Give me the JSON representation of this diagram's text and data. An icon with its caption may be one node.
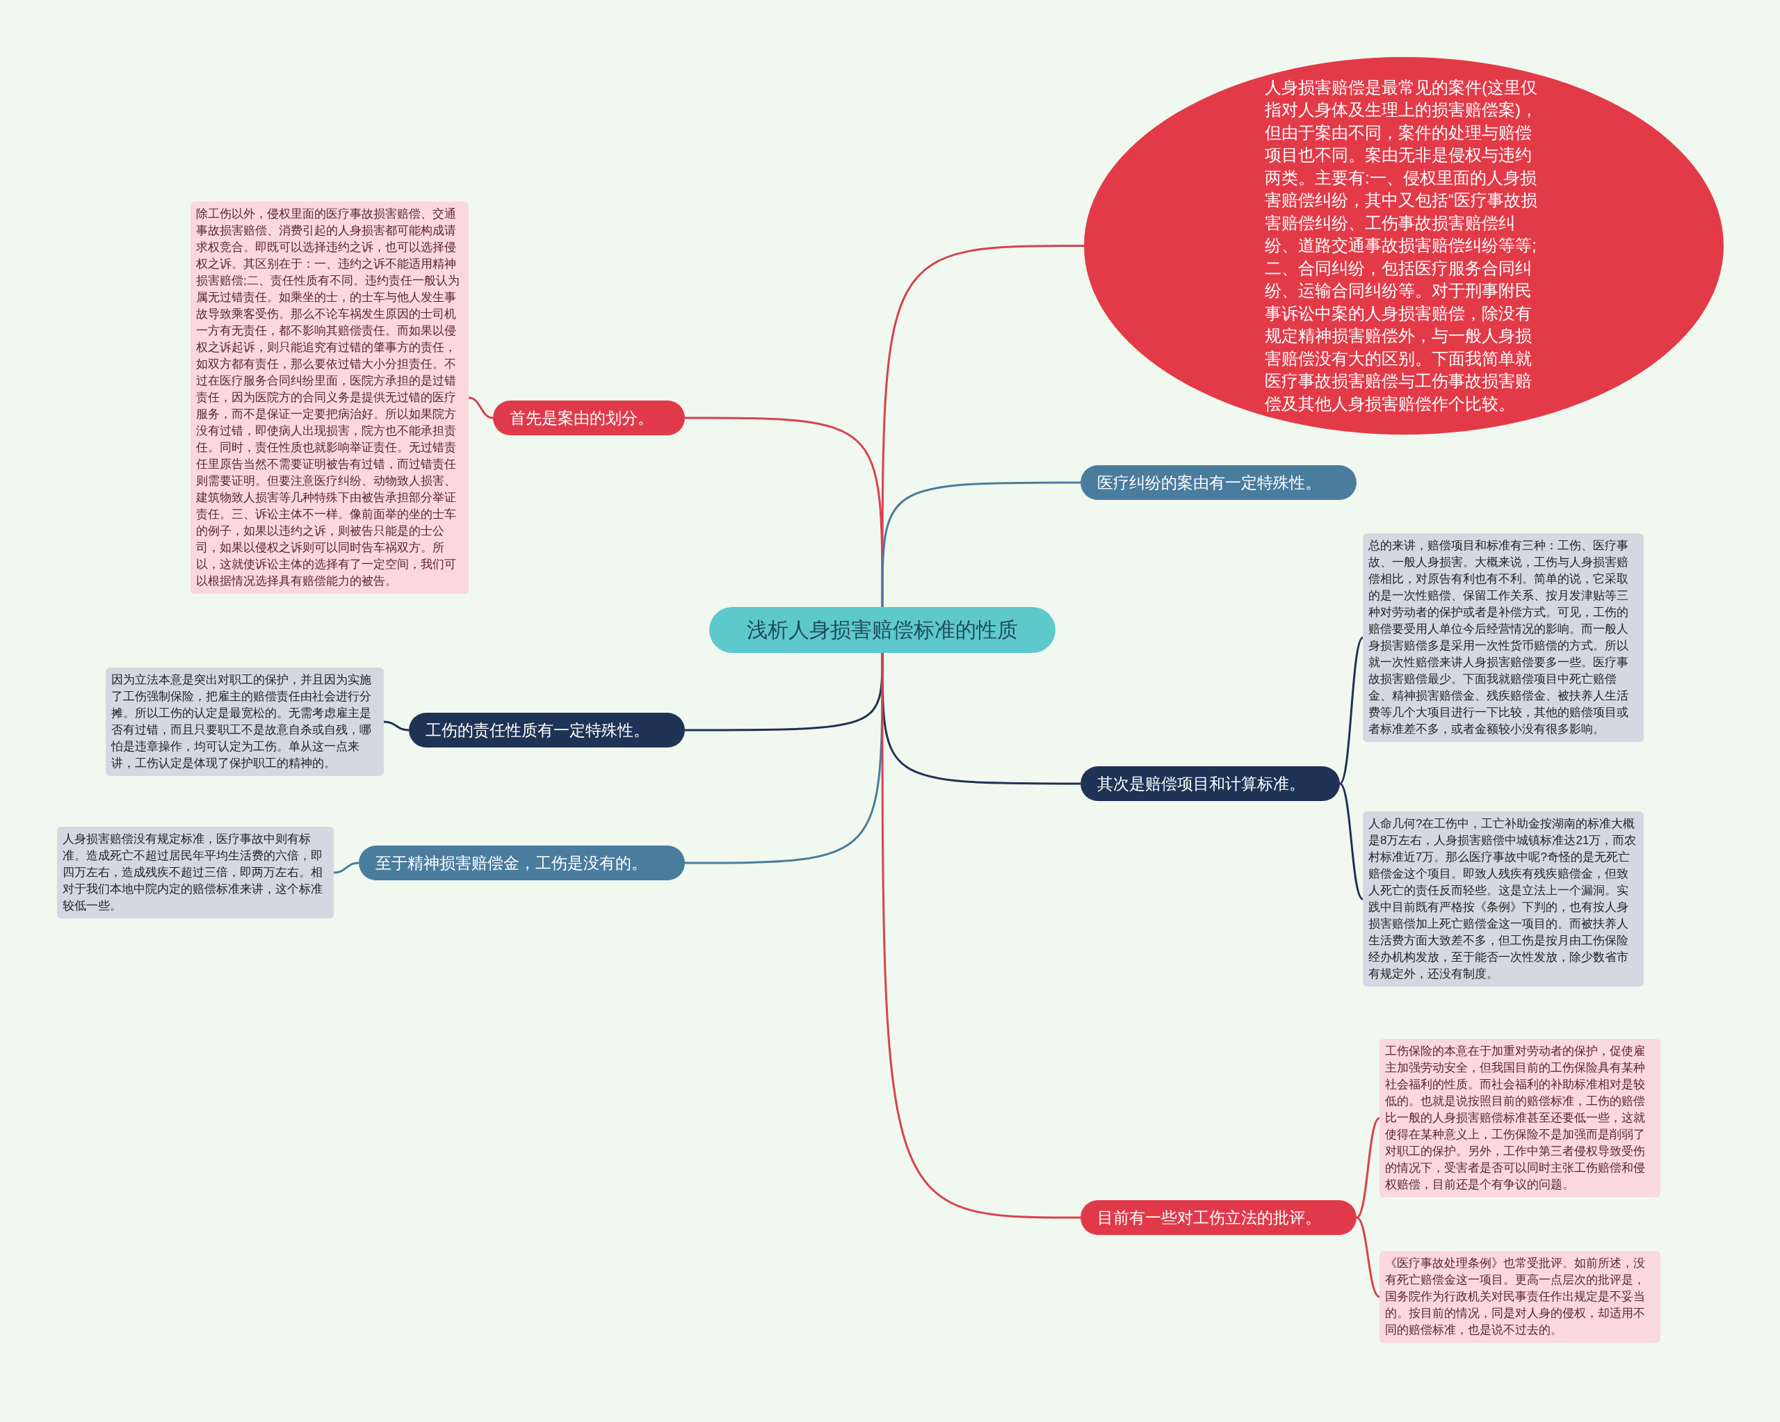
{
  "diagram": {
    "nodes": [
      {
        "text": [
          "浅析人身损害赔偿标准的性质"
        ]
      },
      {
        "text": [
          "首先是案由的划分。"
        ]
      },
      {
        "text": [
          "除工伤以外，侵权里面的医疗事故损害赔偿、交通事故损害赔偿、消费引起的人身损害都可能构成请求权竞合。即既可以选择违约之诉，也可以选择侵权之诉。其区别在于：一、违约之诉不能适用精神损害赔偿;二、责任性质有不同。违约责任一般认为属无过错责任。如乘坐的士，的士车与他人发生事故导致乘客受伤。那么不论车祸发生原因的士司机一方有无责任，都不影响其赔偿责任。而如果以侵权之诉起诉，则只能追究有过错的肇事方的责任，如双方都有责任，那么要依过错大小分担责任。不过在医疗服务合同纠纷里面，医院方承担的是过错责任，因为医院方的合同义务是提供无过错的医疗服务，而不是保证一定要把病治好。所以如果院方没有过错，即使病人出现损害，院方也不能承担责任。同时，责任性质也就影响举证责任。无过错责任里原告当然不需要证明被告有过错，而过错责任则需要证明。但要注意医疗纠纷、动物致人损害、建筑物致人损害等几种特殊下由被告承担部分举证责任。三、诉讼主体不一样。像前面举的坐的士车的例子，如果以违约之诉，则被告只能是的士公司，如果以侵权之诉则可以同时告车祸双方。所以，这就使诉讼主体的选择有了一定空间，我们可以根据情况选择具有赔偿能力的被告。"
        ]
      },
      {
        "text": [
          "工伤的责任性质有一定特殊性。"
        ]
      },
      {
        "text": [
          "因为立法本意是突出对职工的保护，并且因为实施了工伤强制保险，把雇主的赔偿责任由社会进行分摊。所以工伤的认定是最宽松的。无需考虑雇主是否有过错，而且只要职工不是故意自杀或自残，哪怕是违章操作，均可认定为工伤。单从这一点来讲，工伤认定是体现了保护职工的精神的。"
        ]
      },
      {
        "text": [
          "至于精神损害赔偿金，工伤是没有的。"
        ]
      },
      {
        "text": [
          "人身损害赔偿没有规定标准，医疗事故中则有标准。造成死亡不超过居民年平均生活费的六倍，即四万左右，造成残疾不超过三倍，即两万左右。相对于我们本地中院内定的赔偿标准来讲，这个标准较低一些。"
        ]
      },
      {
        "text": [
          "人身损害赔偿是最常见的案件(这里仅指对人身体及生理上的损害赔偿案)，但由于案由不同，案件的处理与赔偿项目也不同。案由无非是侵权与违约两类。主要有:一、侵权里面的人身损害赔偿纠纷，其中又包括“医疗事故损害赔偿纠纷、工伤事故损害赔偿纠纷、道路交通事故损害赔偿纠纷等等;二、合同纠纷，包括医疗服务合同纠纷、运输合同纠纷等。对于刑事附民事诉讼中案的人身损害赔偿，除没有规定精神损害赔偿外，与一般人身损害赔偿没有大的区别。下面我简单就医疗事故损害赔偿与工伤事故损害赔偿及其他人身损害赔偿作个比较。"
        ]
      },
      {
        "text": [
          "医疗纠纷的案由有一定特殊性。"
        ]
      },
      {
        "text": [
          "其次是赔偿项目和计算标准。"
        ]
      },
      {
        "text": [
          "总的来讲，赔偿项目和标准有三种：工伤、医疗事故、一般人身损害。大概来说，工伤与人身损害赔偿相比，对原告有利也有不利。简单的说，它采取的是一次性赔偿、保留工作关系、按月发津贴等三种对劳动者的保护或者是补偿方式。可见，工伤的赔偿要受用人单位今后经营情况的影响。而一般人身损害赔偿多是采用一次性货币赔偿的方式。所以就一次性赔偿来讲人身损害赔偿要多一些。医疗事故损害赔偿最少。下面我就赔偿项目中死亡赔偿金、精神损害赔偿金、残疾赔偿金、被扶养人生活费等几个大项目进行一下比较，其他的赔偿项目或者标准差不多，或者金额较小没有很多影响。"
        ]
      },
      {
        "text": [
          "人命几何?在工伤中，工亡补助金按湖南的标准大概是8万左右，人身损害赔偿中城镇标准达21万，而农村标准近7万。那么医疗事故中呢?奇怪的是无死亡赔偿金这个项目。即致人残疾有残疾赔偿金，但致人死亡的责任反而轻些。这是立法上一个漏洞。实践中目前既有严格按《条例》下判的，也有按人身损害赔偿加上死亡赔偿金这一项目的。而被扶养人生活费方面大致差不多，但工伤是按月由工伤保险经办机构发放，至于能否一次性发放，除少数省市有规定外，还没有制度。"
        ]
      },
      {
        "text": [
          "目前有一些对工伤立法的批评。"
        ]
      },
      {
        "text": [
          "工伤保险的本意在于加重对劳动者的保护，促使雇主加强劳动安全，但我国目前的工伤保险具有某种社会福利的性质。而社会福利的补助标准相对是较低的。也就是说按照目前的赔偿标准，工伤的赔偿比一般的人身损害赔偿标准甚至还要低一些，这就使得在某种意义上，工伤保险不是加强而是削弱了对职工的保护。另外，工作中第三者侵权导致受伤的情况下，受害者是否可以同时主张工伤赔偿和侵权赔偿，目前还是个有争议的问题。"
        ]
      },
      {
        "text": [
          "《医疗事故处理条例》也常受批评。如前所述，没有死亡赔偿金这一项目。更高一点层次的批评是，国务院作为行政机关对民事责任作出规定是不妥当的。按目前的情况，同是对人身的侵权，却适用不同的赔偿标准，也是说不过去的。"
        ]
      }
    ],
    "edges": [
      {
        "from": 0,
        "to": 1,
        "arrow": "none"
      },
      {
        "from": 1,
        "to": 2,
        "arrow": "none"
      },
      {
        "from": 0,
        "to": 3,
        "arrow": "none",
        "color": "#1e3355"
      },
      {
        "from": 3,
        "to": 4,
        "arrow": "none",
        "color": "#1e3355"
      },
      {
        "from": 0,
        "to": 5,
        "arrow": "none",
        "color": "#4a7c9e"
      },
      {
        "from": 5,
        "to": 6,
        "arrow": "none",
        "color": "#4a7c9e"
      },
      {
        "from": 0,
        "to": 7,
        "arrow": "none"
      },
      {
        "from": 0,
        "to": 8,
        "arrow": "none",
        "color": "#4a7c9e"
      },
      {
        "from": 0,
        "to": 9,
        "arrow": "none",
        "color": "#1e3355"
      },
      {
        "from": 9,
        "to": 10,
        "arrow": "none",
        "color": "#1e3355"
      },
      {
        "from": 9,
        "to": 11,
        "arrow": "none",
        "color": "#1e3355"
      },
      {
        "from": 0,
        "to": 12,
        "arrow": "none"
      },
      {
        "from": 12,
        "to": 13,
        "arrow": "none"
      },
      {
        "from": 12,
        "to": 14,
        "arrow": "none"
      }
    ]
  }
}
